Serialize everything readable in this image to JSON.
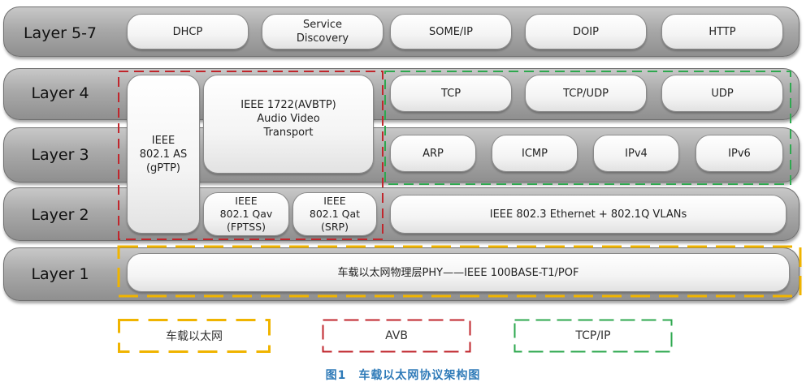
{
  "layers": [
    {
      "label": "Layer 5-7"
    },
    {
      "label": "Layer 4"
    },
    {
      "label": "Layer 3"
    },
    {
      "label": "Layer 2"
    },
    {
      "label": "Layer 1"
    }
  ],
  "protocols": {
    "dhcp": "DHCP",
    "service_discovery": "Service\nDiscovery",
    "someip": "SOME/IP",
    "doip": "DOIP",
    "http": "HTTP",
    "gptp": "IEEE\n802.1 AS\n(gPTP)",
    "avbtp": "IEEE 1722(AVBTP)\nAudio Video\nTransport",
    "qav": "IEEE\n802.1 Qav\n(FPTSS)",
    "qat": "IEEE\n802.1 Qat\n(SRP)",
    "tcp": "TCP",
    "tcpudp": "TCP/UDP",
    "udp": "UDP",
    "arp": "ARP",
    "icmp": "ICMP",
    "ipv4": "IPv4",
    "ipv6": "IPv6",
    "ethernet": "IEEE 802.3 Ethernet + 802.1Q VLANs",
    "phy": "车载以太网物理层PHY——IEEE 100BASE-T1/POF"
  },
  "legend": [
    {
      "label": "车载以太网",
      "color": "#f0b400"
    },
    {
      "label": "AVB",
      "color": "#c0262c"
    },
    {
      "label": "TCP/IP",
      "color": "#2ea84f"
    }
  ],
  "caption": "图1　车载以太网协议架构图"
}
